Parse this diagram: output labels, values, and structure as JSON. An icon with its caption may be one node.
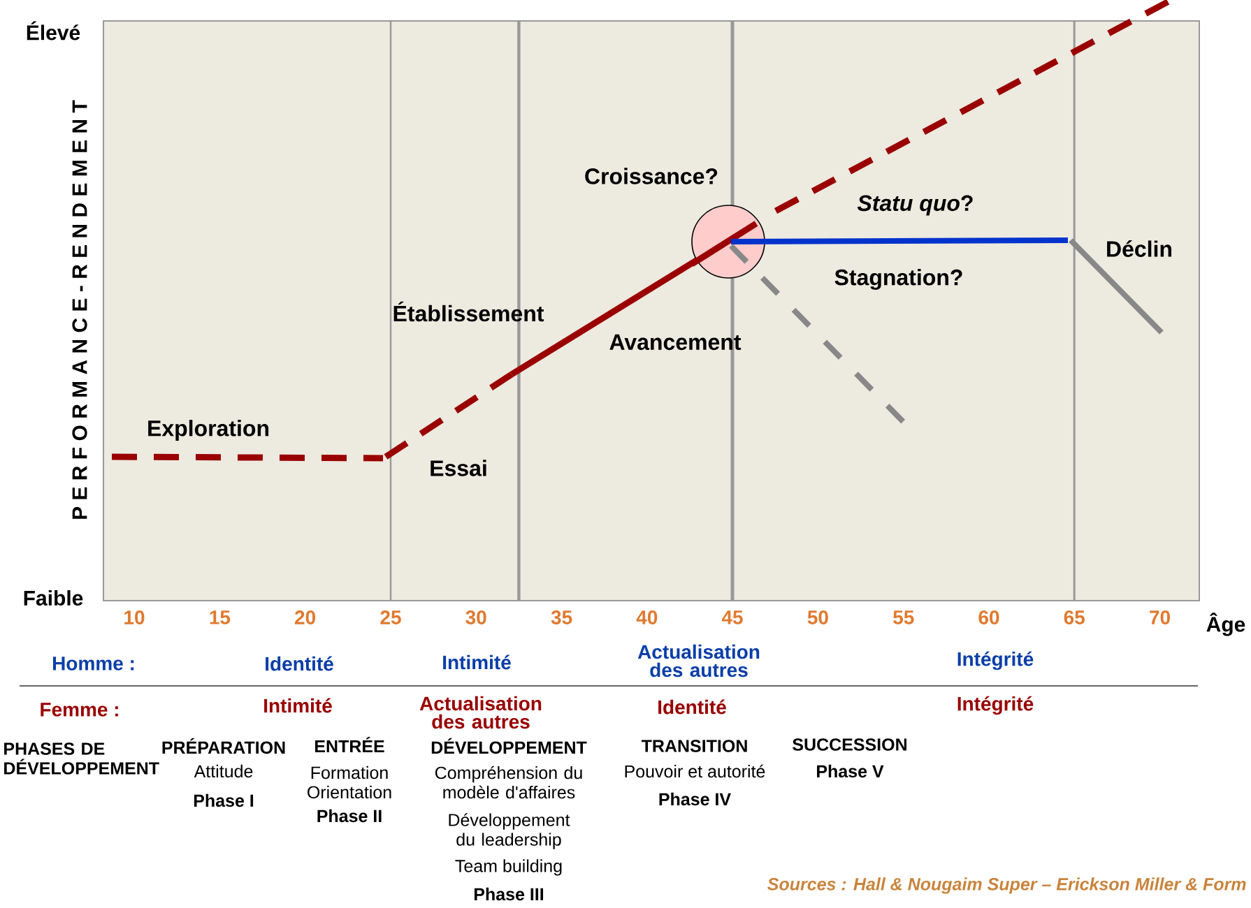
{
  "diagram": {
    "labels": [
      "Élevé",
      "P E R F O R M A N C E - R E N D E M E N T",
      "Croissance?",
      "*Statu quo*?",
      "Déclin",
      "Établissement",
      "Stagnation?",
      "Avancement",
      "Exploration",
      "Essai",
      "Faible",
      "10",
      "15",
      "20",
      "25",
      "30",
      "35",
      "40",
      "45",
      "50",
      "55",
      "60",
      "65",
      "70",
      "Âge",
      "Homme :",
      "Identité",
      "Intimité",
      "Actualisation des autres",
      "Intégrité",
      "Femme :",
      "Intimité",
      "Actualisation des autres",
      "Identité",
      "Intégrité",
      "PHASES DE DÉVELOPPEMENT",
      "PRÉPARATION",
      "Attitude",
      "Phase I",
      "ENTRÉE",
      "Formation Orientation",
      "Phase II",
      "DÉVELOPPEMENT",
      "Compréhension du modèle d'affaires",
      "Développement du leadership",
      "Team building",
      "Phase III",
      "TRANSITION",
      "Pouvoir et autorité",
      "Phase IV",
      "SUCCESSION",
      "Phase V",
      "Sources :  Hall & Nougaim   Super – Erickson  Miller & Form"
    ]
  }
}
